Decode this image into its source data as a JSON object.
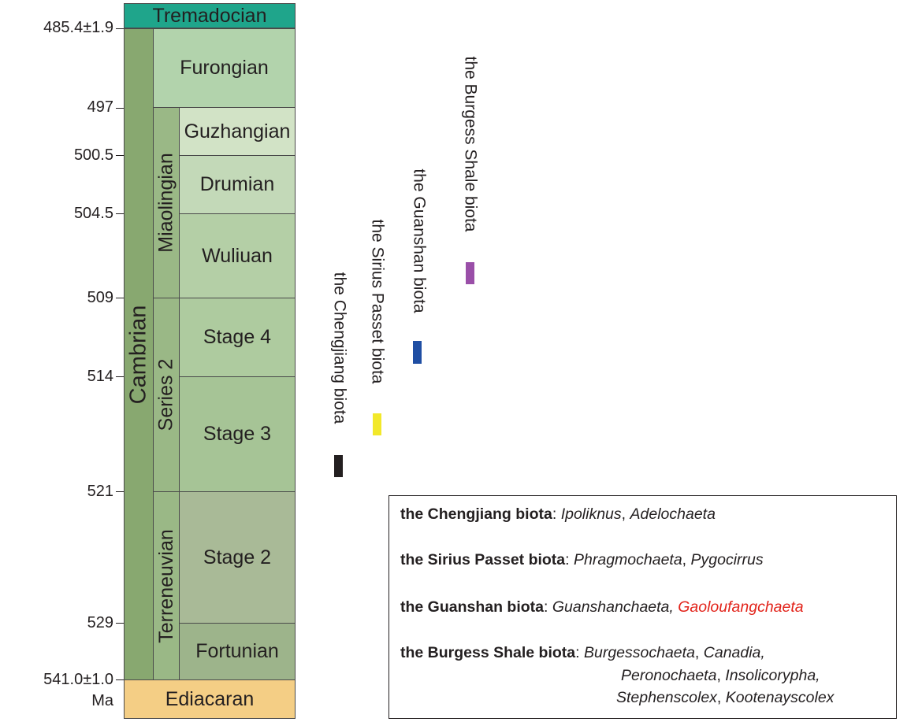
{
  "column": {
    "tremadocian": "Tremadocian",
    "ediacaran": "Ediacaran",
    "system": "Cambrian",
    "series": {
      "furongian": "Furongian",
      "miaolingian": "Miaolingian",
      "series2": "Series 2",
      "terreneuvian": "Terreneuvian"
    },
    "stages": {
      "guzhangian": "Guzhangian",
      "drumian": "Drumian",
      "wuliuan": "Wuliuan",
      "stage4": "Stage 4",
      "stage3": "Stage 3",
      "stage2": "Stage 2",
      "fortunian": "Fortunian"
    }
  },
  "ages": [
    "485.4±1.9",
    "497",
    "500.5",
    "504.5",
    "509",
    "514",
    "521",
    "529",
    "541.0±1.0"
  ],
  "age_unit": "Ma",
  "biotas": {
    "chengjiang": {
      "label": "the Chengjiang biota",
      "color": "#231f20"
    },
    "sirius": {
      "label": "the Sirius Passet biota",
      "color": "#f2e82a"
    },
    "guanshan": {
      "label": "the Guanshan biota",
      "color": "#1f4ea3"
    },
    "burgess": {
      "label": "the Burgess Shale biota",
      "color": "#9a4fa8"
    }
  },
  "legend": {
    "chengjiang": {
      "name": "the Chengjiang biota",
      "sep": ": ",
      "g1": "Ipoliknus",
      "comma": ", ",
      "g2": "Adelochaeta"
    },
    "sirius": {
      "name": "the Sirius Passet biota",
      "sep": ": ",
      "g1": "Phragmochaeta",
      "comma": ", ",
      "g2": "Pygocirrus"
    },
    "guanshan": {
      "name": "the Guanshan biota",
      "sep": ": ",
      "g1": "Guanshanchaeta,",
      "g2": "Gaoloufangchaeta",
      "g2_color": "#e2231a"
    },
    "burgess": {
      "name": "the Burgess Shale biota",
      "sep": ": ",
      "line1_g1": "Burgessochaeta",
      "line1_sep": ", ",
      "line1_g2": "Canadia,",
      "line2_g1": "Peronochaeta",
      "line2_sep": ", ",
      "line2_g2": "Insolicorypha,",
      "line3_g1": "Stephenscolex",
      "line3_sep": ", ",
      "line3_g2": "Kootenayscolex"
    }
  },
  "colors": {
    "tremadocian": "#1fa58b",
    "ediacaran": "#f4ce85",
    "cambrian": "#88a870",
    "series": "#9ab886"
  }
}
